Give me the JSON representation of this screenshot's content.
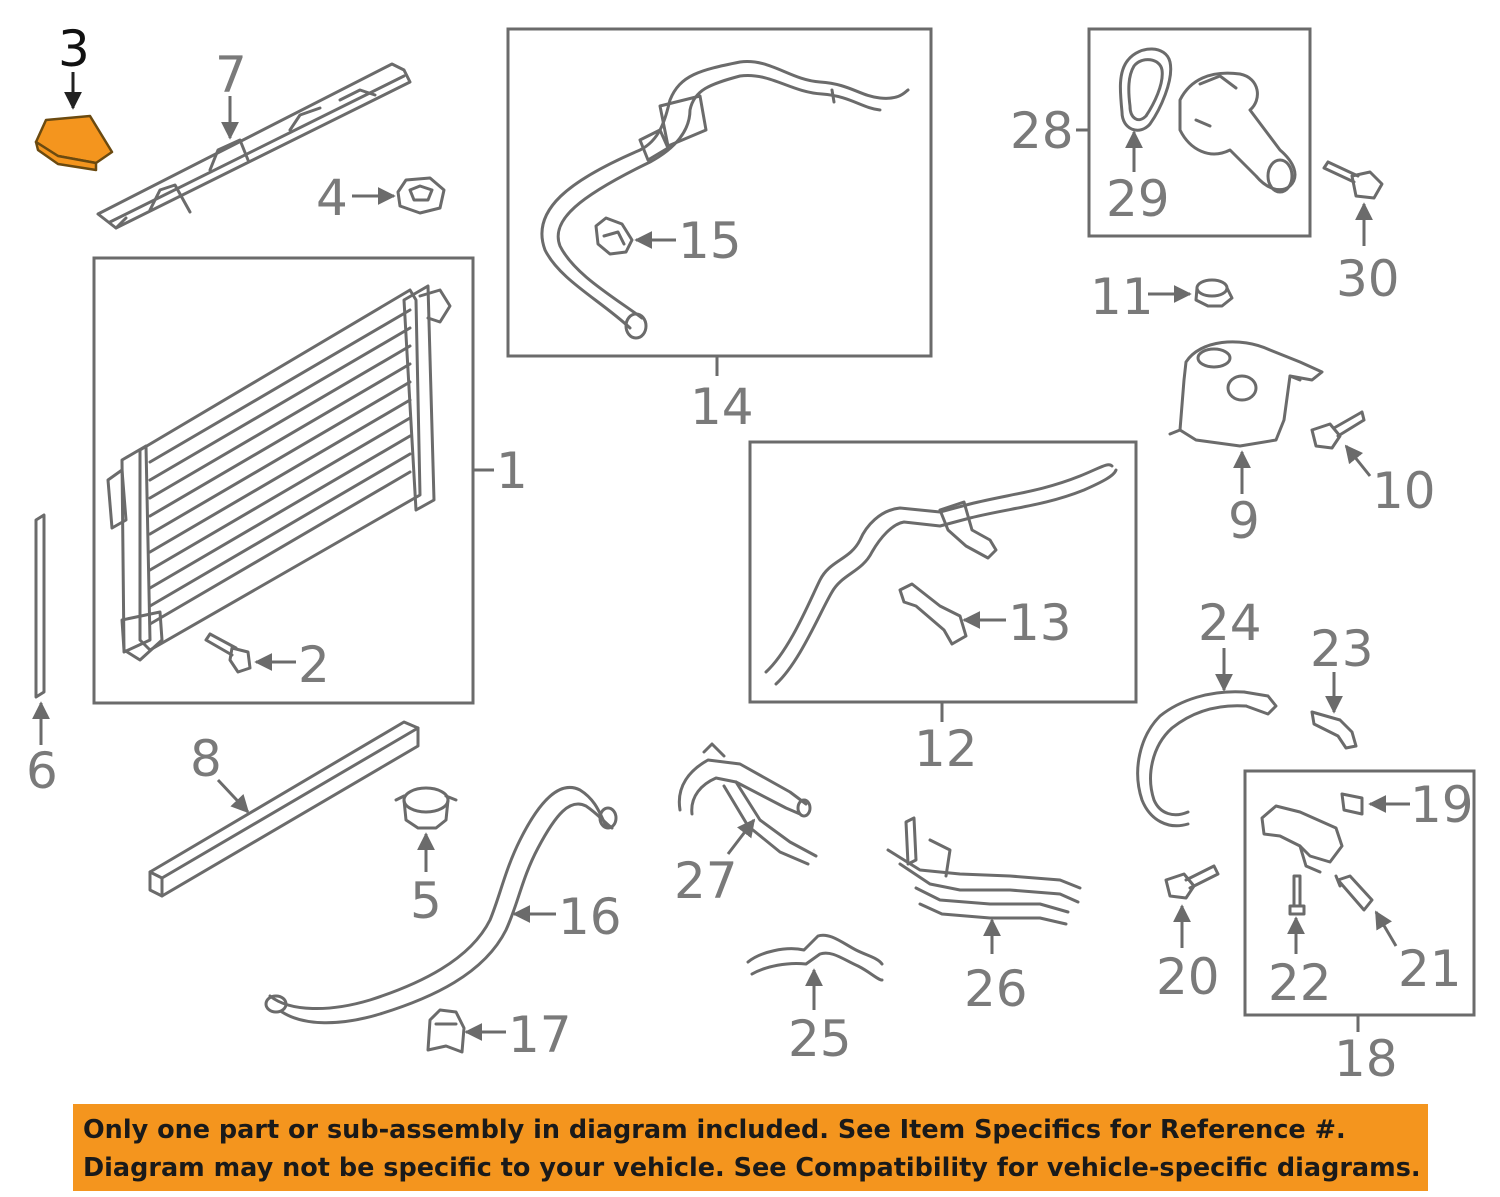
{
  "diagram": {
    "highlighted_part": "3",
    "highlight_color": "#f4951e",
    "line_color": "#6b6b6b",
    "callouts": [
      "1",
      "2",
      "3",
      "4",
      "5",
      "6",
      "7",
      "8",
      "9",
      "10",
      "11",
      "12",
      "13",
      "14",
      "15",
      "16",
      "17",
      "18",
      "19",
      "20",
      "21",
      "22",
      "23",
      "24",
      "25",
      "26",
      "27",
      "28",
      "29",
      "30"
    ]
  },
  "disclaimer": {
    "line1": "Only one part or sub-assembly in diagram included. See Item Specifics for Reference #.",
    "line2": "Diagram may not be specific to your vehicle. See Compatibility for vehicle-specific diagrams.",
    "background_color": "#f4951e"
  }
}
